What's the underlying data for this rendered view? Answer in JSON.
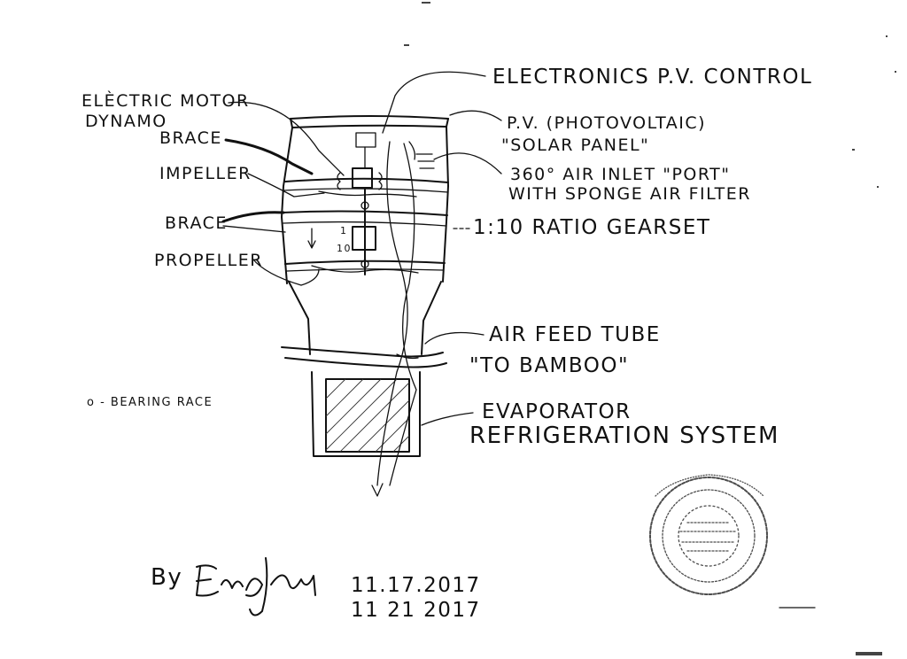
{
  "labels": {
    "electronics": "ELECTRONICS P.V. CONTROL",
    "electric_motor": "ELÈCTRIC MOTOR",
    "dynamo": "DYNAMO",
    "brace_top": "BRACE",
    "impeller": "IMPELLER",
    "brace_mid": "BRACE",
    "propeller": "PROPELLER",
    "pv_line1": "P.V. (PHOTOVOLTAIC)",
    "pv_line2": "\"SOLAR PANEL\"",
    "inlet_line1": "360° AIR INLET \"PORT\"",
    "inlet_line2": "WITH SPONGE AIR FILTER",
    "gearset": "1:10 RATIO GEARSET",
    "air_feed_line1": "AIR FEED TUBE",
    "air_feed_line2": "\"TO BAMBOO\"",
    "bearing": "o - BEARING RACE",
    "evap_line1": "EVAPORATOR",
    "evap_line2": "REFRIGERATION SYSTEM",
    "by": "By",
    "date1": "11.17.2017",
    "date2": "11 21 2017",
    "ratio_top": "1",
    "ratio_bottom": "10"
  },
  "signature": "Eric J Crews",
  "seal": "notary seal stamp"
}
